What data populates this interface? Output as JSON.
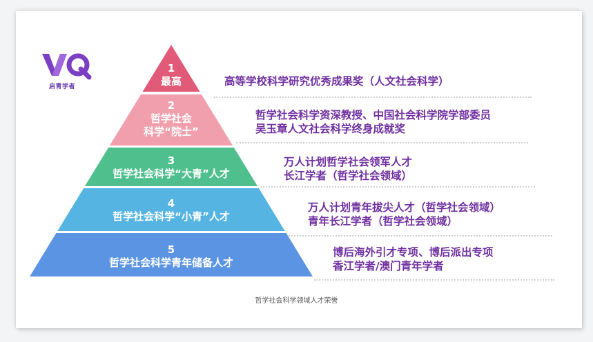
{
  "logo": {
    "mark": "WQ",
    "caption": "启青学者",
    "colors": {
      "primary": "#7b3fc4",
      "secondary": "#a86fe0"
    }
  },
  "pyramid": {
    "layers": [
      {
        "number": "1",
        "title_lines": [
          "最高"
        ],
        "color": "#e15a78",
        "descriptions": [
          "高等学校科学研究优秀成果奖（人文社会科学）"
        ]
      },
      {
        "number": "2",
        "title_lines": [
          "哲学社会",
          "科学“院士”"
        ],
        "color": "#f19fad",
        "descriptions": [
          "哲学社会科学资深教授、中国社会科学院学部委员",
          "吴玉章人文社会科学终身成就奖"
        ]
      },
      {
        "number": "3",
        "title_lines": [
          "哲学社会科学“大青”人才"
        ],
        "color": "#4fc08d",
        "descriptions": [
          "万人计划哲学社会领军人才",
          "长江学者（哲学社会领域）"
        ]
      },
      {
        "number": "4",
        "title_lines": [
          "哲学社会科学“小青”人才"
        ],
        "color": "#56b4e3",
        "descriptions": [
          "万人计划青年拔尖人才（哲学社会领域）",
          "青年长江学者（哲学社会领域）"
        ]
      },
      {
        "number": "5",
        "title_lines": [
          "哲学社会科学青年储备人才"
        ],
        "color": "#5b94e2",
        "descriptions": [
          "博后海外引才专项、博后派出专项",
          "香江学者/澳门青年学者"
        ]
      }
    ]
  },
  "caption": "哲学社会科学领域人才荣誉",
  "text_color": "#7030a0"
}
